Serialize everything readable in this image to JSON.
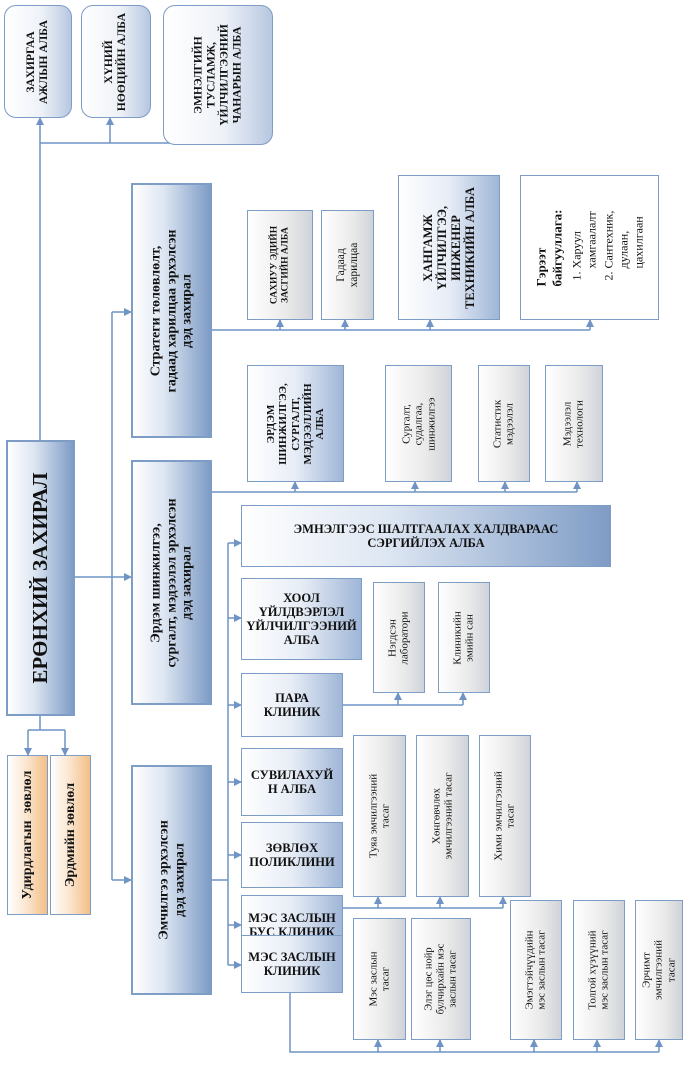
{
  "org_chart": {
    "general_director": "ЕРӨНХИЙ ЗАХИРАЛ",
    "governing_council": "Удирдлагын  зөвлөл",
    "scientific_council": "Эрдмийн зөвлөл",
    "top_units": [
      "ЗАХИРГАА\nАЖЛЫН АЛБА",
      "ХҮНИЙ\nНӨӨЦИЙН АЛБА",
      "ЭМНЭЛГИЙН\nТУСЛАМЖ,\nҮЙЛЧИЛГЭЭНИЙ\nЧАНАРЫН АЛБА"
    ],
    "deputy_strategy": {
      "title": "Стратеги төлөвлөлт,\nгадаад харилцаа эрхэлсэн\nдэд захирал",
      "units": [
        "САХИУУ ЭДИЙН\nЗАСГИЙН АЛБА",
        "Гадаад\nхарилцаа",
        "ХАНГАМЖ\nҮЙЛЧИЛГЭЭ,\nИНЖЕНЕР\nТЕХНИКИЙН АЛБА"
      ],
      "structure": {
        "title": "Гэрээт\nбайгууллага:",
        "items": [
          "Харуул\nхамгаалалт",
          "Сантехник,\nдулаан,\nцахилгаан"
        ]
      }
    },
    "deputy_research": {
      "title": "Эрдэм шинжилгээ,\nсургалт, мэдээлэл эрхэлсэн\nдэд захирал",
      "units": [
        "ЭРДЭМ\nШИНЖИЛГЭЭ,\nСУРГАЛТ,\nМЭДЭЭЛЛИЙН\nАЛБА",
        "Сургалт,\nсудалгаа,\nшинжилгээ",
        "Статистик\nмэдээлэл",
        "Мэдээлэл\nтехнологи"
      ]
    },
    "deputy_medical": {
      "title": "Эмчилгээ эрхэлсэн\nдэд захирал",
      "units": {
        "infection_control": "ЭМНЭЛГЭЭС ШАЛТГААЛАХ ХАЛДВАРААС\nСЭРГИЙЛЭХ АЛБА",
        "food_service": "ХООЛ\nҮЙЛДВЭРЛЭЛ\nҮЙЛЧИЛГЭЭНИЙ\nАЛБА",
        "paraclinic": "ПАРА\nКЛИНИК",
        "nursing": "СУВИЛАХУЙ\nН АЛБА",
        "polyclinic": "ЗӨВЛӨХ\nПОЛИКЛИНИ",
        "nonsurgical": "МЭС ЗАСЛЫН\nБУС КЛИНИК",
        "surgical": "МЭС ЗАСЛЫН\nКЛИНИК"
      },
      "paraclinic_units": [
        "Нэгдсэн\nлаборатори",
        "Клиникийн\nэмийн сан"
      ],
      "nonsurgical_units": [
        "Туяа эмчилгээний\nтасаг",
        "Хөнгөвчлөх\nэмчилгээний тасаг",
        "Хими эмчилгээний\nтасаг"
      ],
      "surgical_units": [
        "Мэс заслын\nтасаг",
        "Элэг цөс нойр\nбулчирхайн мэс\nзаслын тасаг",
        "Эмэгтэйчүүдийн\nмэс заслын тасаг",
        "Толгой хүзүүний\nмэс заслын тасаг",
        "Эрчимт\nэмчилгээний\nтасаг"
      ]
    }
  },
  "colors": {
    "border": "#7d9cc6",
    "connector": "#6f93c4",
    "orange_accent": "#f2bf88",
    "blue_accent": "#7f9cc6"
  }
}
